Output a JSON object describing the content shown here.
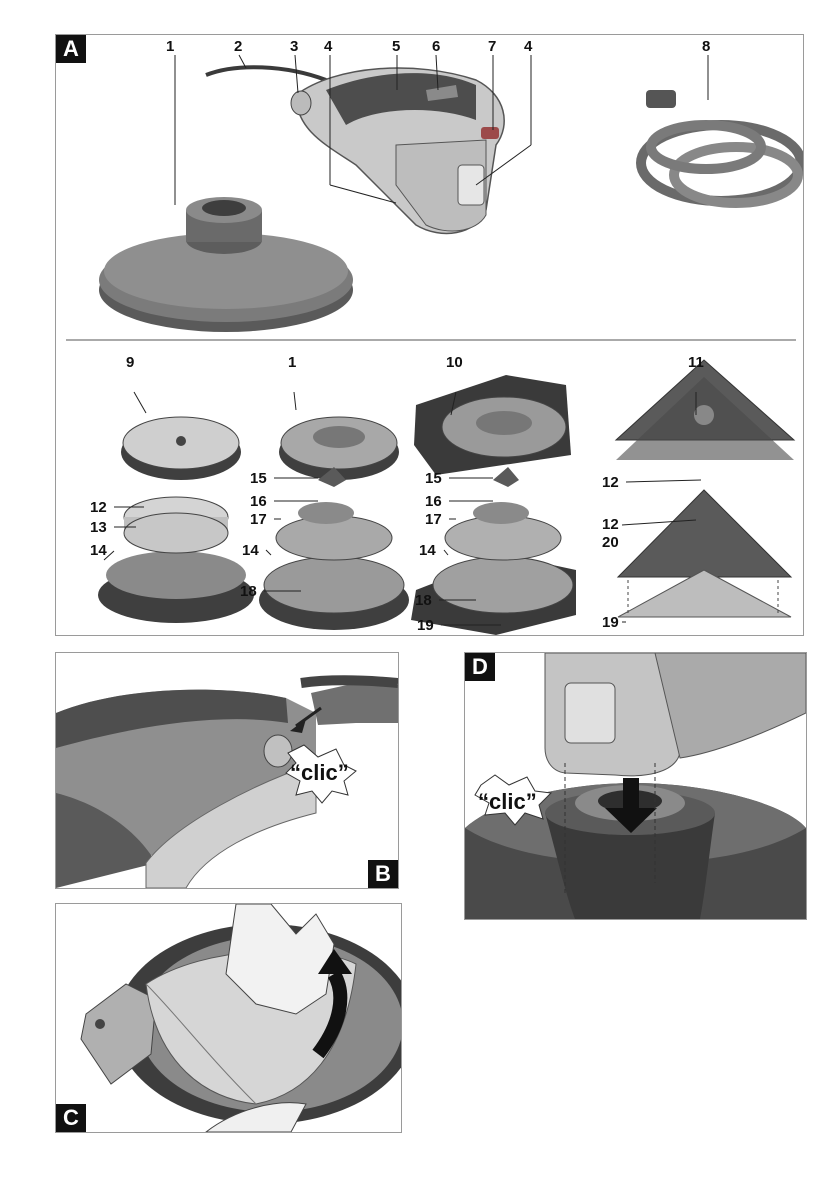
{
  "panels": {
    "a": {
      "letter": "A"
    },
    "b": {
      "letter": "B",
      "sound": "“clic”"
    },
    "c": {
      "letter": "C"
    },
    "d": {
      "letter": "D",
      "sound": "“clic”"
    }
  },
  "callouts": {
    "top": [
      "1",
      "2",
      "3",
      "4",
      "5",
      "6",
      "7",
      "4",
      "8"
    ],
    "row1": [
      "9",
      "1",
      "10",
      "11"
    ],
    "row2": [
      "12",
      "13",
      "14",
      "15",
      "16",
      "17",
      "14",
      "18",
      "15",
      "16",
      "17",
      "14",
      "18",
      "19",
      "12",
      "12",
      "20",
      "19"
    ]
  },
  "colors": {
    "tool_dark": "#4a4a4a",
    "tool_mid": "#8a8a8a",
    "tool_light": "#d2d2d2",
    "accent_red": "#9c4a4a"
  }
}
